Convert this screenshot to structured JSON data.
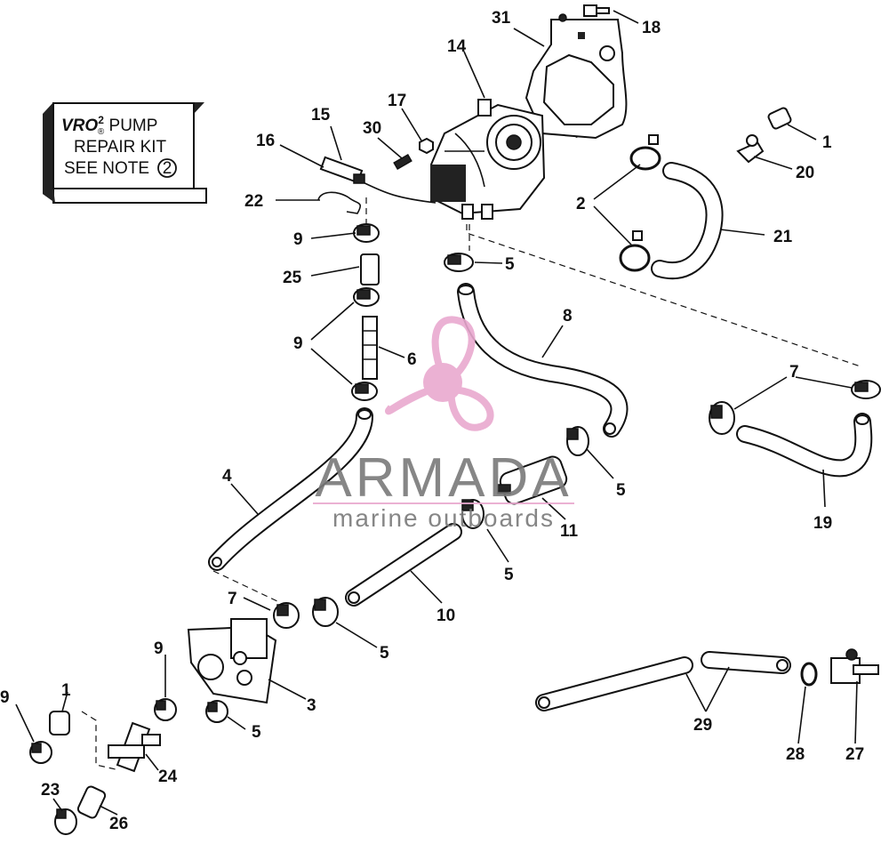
{
  "kit_box": {
    "line1_prefix": "VRO",
    "line1_super": "2",
    "line1_mark": "®",
    "line1_suffix": " PUMP",
    "line2": "REPAIR KIT",
    "line3_prefix": "SEE NOTE",
    "line3_circled": "2"
  },
  "watermark": {
    "brand": "ARMADA",
    "tagline": "marine outboards",
    "logo_color": "#e9a9cf"
  },
  "callouts": [
    {
      "id": "c31",
      "text": "31"
    },
    {
      "id": "c18",
      "text": "18"
    },
    {
      "id": "c14",
      "text": "14"
    },
    {
      "id": "c17",
      "text": "17"
    },
    {
      "id": "c15",
      "text": "15"
    },
    {
      "id": "c30",
      "text": "30"
    },
    {
      "id": "c16",
      "text": "16"
    },
    {
      "id": "c1a",
      "text": "1"
    },
    {
      "id": "c20",
      "text": "20"
    },
    {
      "id": "c22",
      "text": "22"
    },
    {
      "id": "c2",
      "text": "2"
    },
    {
      "id": "c21",
      "text": "21"
    },
    {
      "id": "c9a",
      "text": "9"
    },
    {
      "id": "c5a",
      "text": "5"
    },
    {
      "id": "c25",
      "text": "25"
    },
    {
      "id": "c8",
      "text": "8"
    },
    {
      "id": "c9b",
      "text": "9"
    },
    {
      "id": "c6",
      "text": "6"
    },
    {
      "id": "c7a",
      "text": "7"
    },
    {
      "id": "c4",
      "text": "4"
    },
    {
      "id": "c5b",
      "text": "5"
    },
    {
      "id": "c19",
      "text": "19"
    },
    {
      "id": "c11",
      "text": "11"
    },
    {
      "id": "c5c",
      "text": "5"
    },
    {
      "id": "c7b",
      "text": "7"
    },
    {
      "id": "c10",
      "text": "10"
    },
    {
      "id": "c5d",
      "text": "5"
    },
    {
      "id": "c9c",
      "text": "9"
    },
    {
      "id": "c3",
      "text": "3"
    },
    {
      "id": "c9d",
      "text": "9"
    },
    {
      "id": "c1b",
      "text": "1"
    },
    {
      "id": "c5e",
      "text": "5"
    },
    {
      "id": "c29",
      "text": "29"
    },
    {
      "id": "c24",
      "text": "24"
    },
    {
      "id": "c28",
      "text": "28"
    },
    {
      "id": "c27",
      "text": "27"
    },
    {
      "id": "c23",
      "text": "23"
    },
    {
      "id": "c26",
      "text": "26"
    }
  ]
}
